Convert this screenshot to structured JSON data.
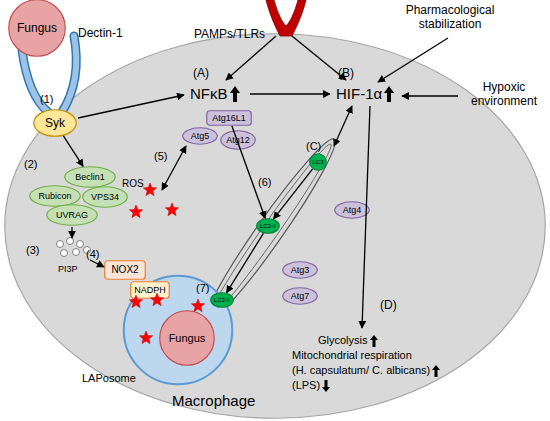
{
  "diagram": {
    "nodes": [
      {
        "text": [
          "Macrophage"
        ]
      },
      {
        "text": [
          "Fungus"
        ]
      },
      {
        "text": [
          "Syk"
        ],
        "in": 0
      },
      {
        "text": [
          "Beclin1"
        ],
        "in": 0
      },
      {
        "text": [
          "Rubicon"
        ],
        "in": 0
      },
      {
        "text": [
          "VPS34"
        ],
        "in": 0
      },
      {
        "text": [
          "UVRAG"
        ],
        "in": 0
      },
      {
        "text": [
          "Atg16L1"
        ],
        "in": 0
      },
      {
        "text": [
          "Atg5"
        ],
        "in": 0
      },
      {
        "text": [
          "Atg12"
        ],
        "in": 0
      },
      {
        "text": [
          "LC3"
        ],
        "in": 0
      },
      {
        "text": [
          "Atg4"
        ],
        "in": 0
      },
      {
        "text": [
          "LC3-II"
        ],
        "in": 0
      },
      {
        "text": [
          "Atg3"
        ],
        "in": 0
      },
      {
        "text": [
          "Atg7"
        ],
        "in": 0
      },
      {
        "text": [
          "NOX2"
        ],
        "in": 0
      },
      {
        "text": [
          "NADPH"
        ],
        "in": 0
      },
      {
        "text": [
          "LAPosome"
        ],
        "in": 0
      },
      {
        "text": [
          "Fungus"
        ],
        "in": 17
      },
      {
        "text": [
          "LC3-II"
        ],
        "in": 0
      }
    ],
    "edges": [
      {
        "from": 2,
        "to": 3,
        "arrow": "to"
      },
      {
        "from": 7,
        "to": 12,
        "arrow": "to"
      },
      {
        "from": 10,
        "to": 12,
        "arrow": "to"
      },
      {
        "from": 12,
        "to": 19,
        "arrow": "to"
      }
    ],
    "labels": [
      "Dectin-1",
      "(1)",
      "PAMPs/TLRs",
      "Pharmacological stabilization",
      "(A)",
      "NFκB",
      "(B)",
      "HIF-1α",
      "Hypoxic environment",
      "(2)",
      "(5)",
      "ROS",
      "(C)",
      "(6)",
      "(3)",
      "(4)",
      "PI3P",
      "(7)",
      "(D)",
      "Glycolysis",
      "Mitochondrial respiration",
      "(H. capsulatum/ C. albicans)",
      "(LPS)"
    ]
  }
}
